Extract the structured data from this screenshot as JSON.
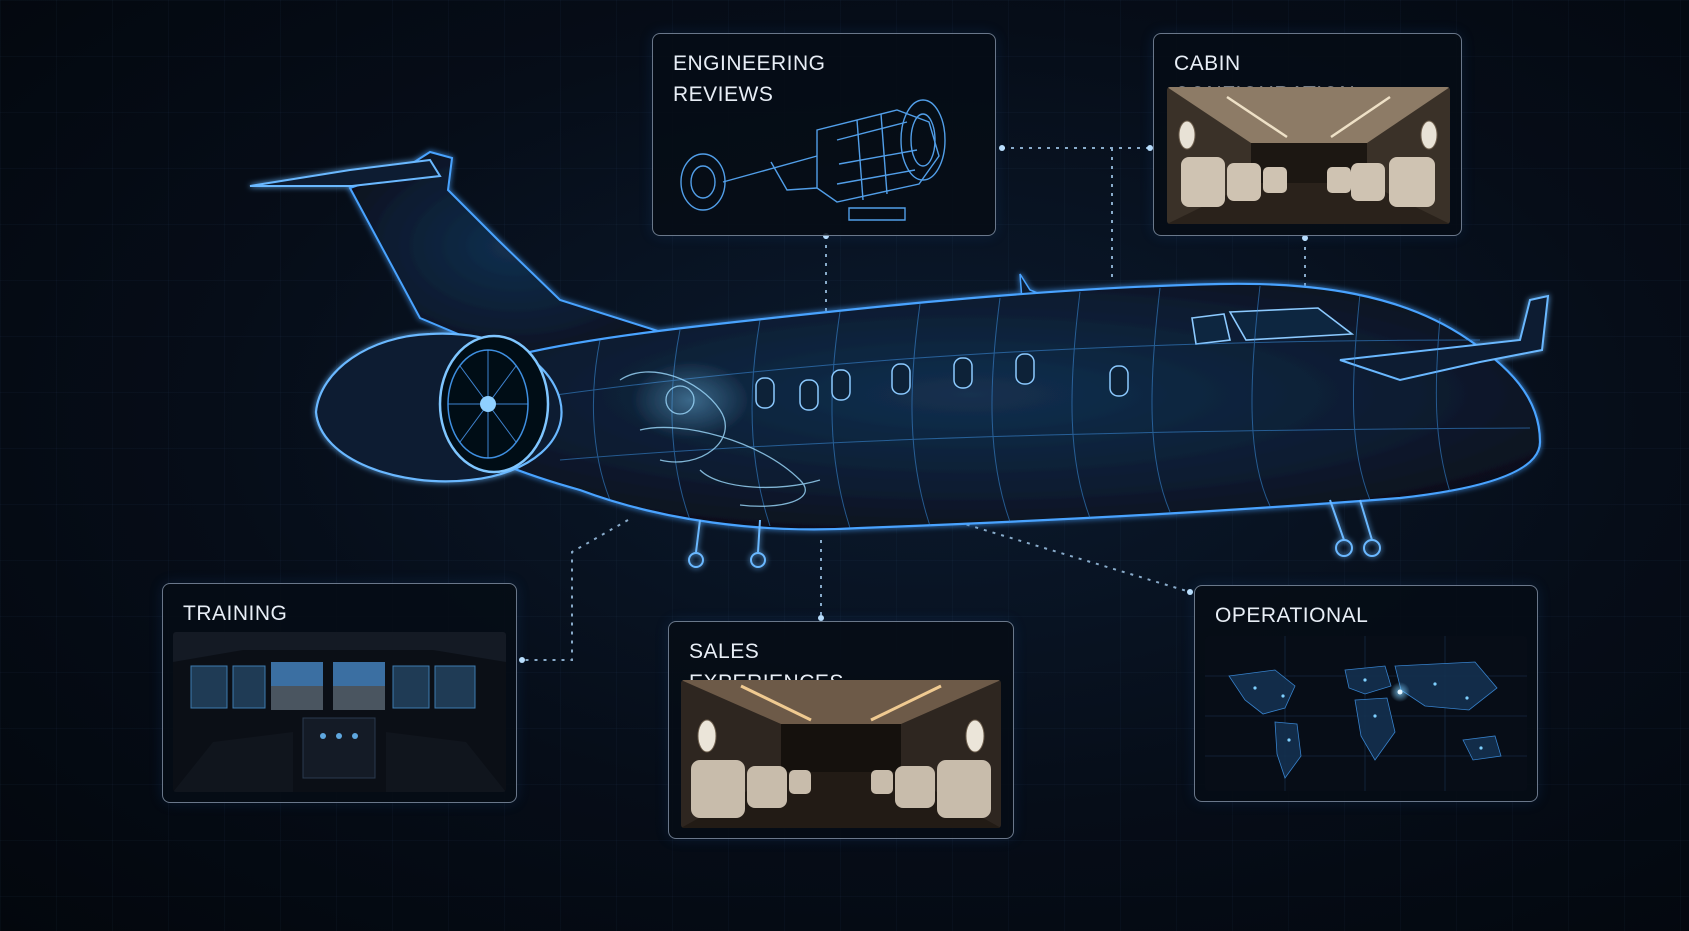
{
  "cards": {
    "engineering": {
      "title": "ENGINEERING\nREVIEWS"
    },
    "cabin": {
      "title": "CABIN\nCONFIGURATION"
    },
    "training": {
      "title": "TRAINING"
    },
    "sales": {
      "title": "SALES\nEXPERIENCES"
    },
    "operational": {
      "title": "OPERATIONAL\nVISUALIZATION"
    }
  },
  "colors": {
    "background": "#060d18",
    "wireframe": "#4aa3ff",
    "glow": "#7fd0ff",
    "connector": "#9fc6e8",
    "card_border": "#c4d4e8",
    "cabin_warm": "#b39a7c"
  },
  "icons": {
    "aircraft": "business-jet-wireframe",
    "engineering": "turbofan-engine-wireframe",
    "cabin": "cabin-interior-photo",
    "training": "cockpit-simulator-photo",
    "sales": "cabin-interior-photo",
    "operational": "world-map-network"
  }
}
